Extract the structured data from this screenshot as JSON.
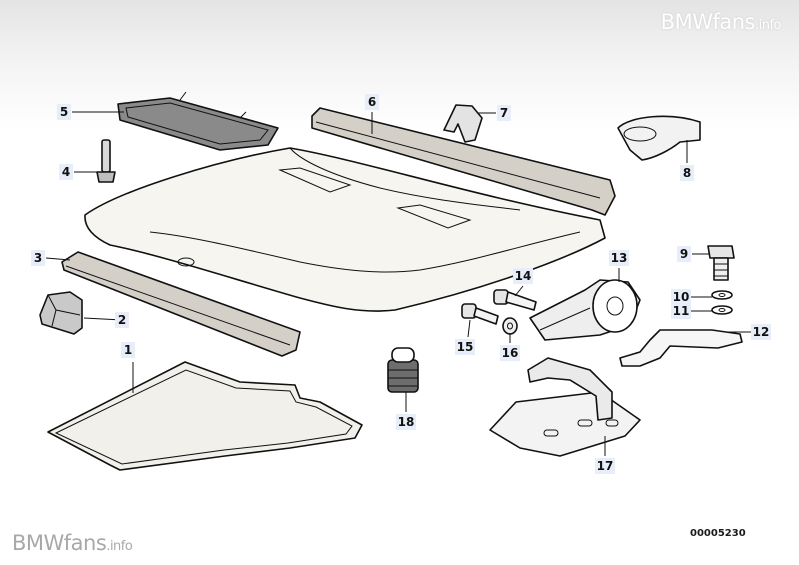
{
  "watermark": {
    "brand": "BMWfans",
    "suffix": ".info"
  },
  "diagram_number": "00005230",
  "callouts": [
    {
      "id": "1",
      "label": "1"
    },
    {
      "id": "2",
      "label": "2"
    },
    {
      "id": "3",
      "label": "3"
    },
    {
      "id": "4",
      "label": "4"
    },
    {
      "id": "5",
      "label": "5"
    },
    {
      "id": "6",
      "label": "6"
    },
    {
      "id": "7",
      "label": "7"
    },
    {
      "id": "8",
      "label": "8"
    },
    {
      "id": "9",
      "label": "9"
    },
    {
      "id": "10",
      "label": "10"
    },
    {
      "id": "11",
      "label": "11"
    },
    {
      "id": "12",
      "label": "12"
    },
    {
      "id": "13",
      "label": "13"
    },
    {
      "id": "14",
      "label": "14"
    },
    {
      "id": "15",
      "label": "15"
    },
    {
      "id": "16",
      "label": "16"
    },
    {
      "id": "17",
      "label": "17"
    },
    {
      "id": "18",
      "label": "18"
    }
  ]
}
